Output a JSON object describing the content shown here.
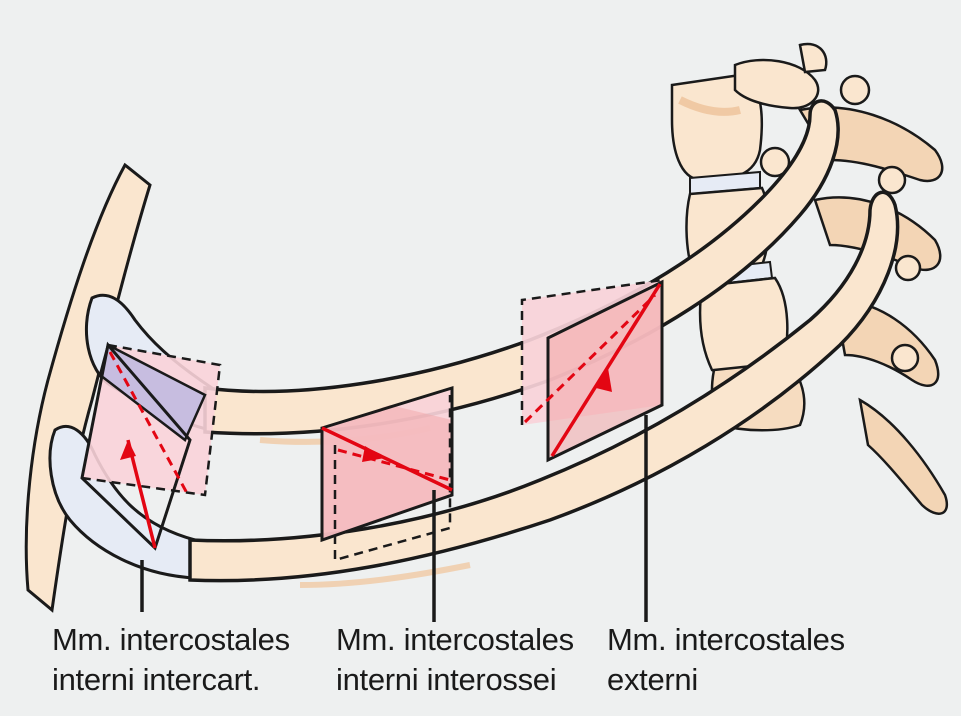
{
  "labels": {
    "intercart": {
      "line1": "Mm. intercostales",
      "line2": "interni intercart."
    },
    "interossei": {
      "line1": "Mm. intercostales",
      "line2": "interni interossei"
    },
    "externi": {
      "line1": "Mm. intercostales",
      "line2": "externi"
    }
  },
  "colors": {
    "background": "#eef0f0",
    "bone": "#fae6cf",
    "bone_shade": "#f0c9a4",
    "cartilage": "#e6ebf5",
    "cartilage_shaded": "#c7bde0",
    "muscle_light": "#f9d3d9",
    "muscle_dark": "#f2a5a8",
    "arrow": "#e30613",
    "outline": "#1a1a1a"
  }
}
